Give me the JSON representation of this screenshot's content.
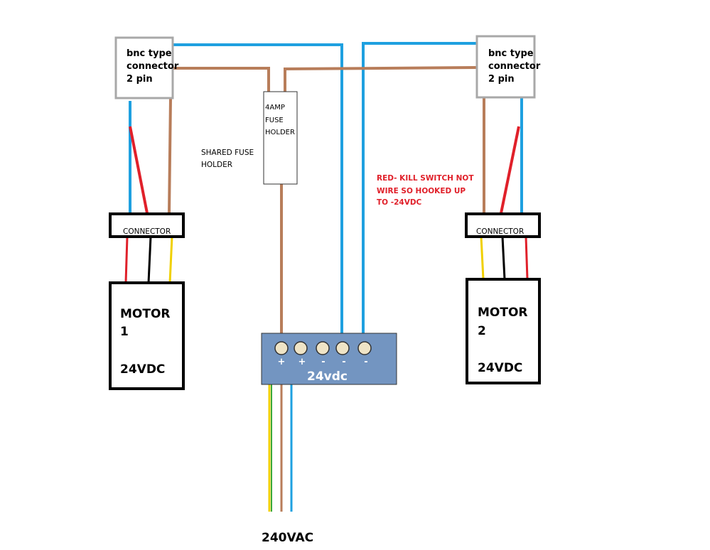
{
  "bnc_left": {
    "line1": "bnc type",
    "line2": "connector",
    "line3": "2 pin"
  },
  "bnc_right": {
    "line1": "bnc type",
    "line2": "connector",
    "line3": "2 pin"
  },
  "fuse_holder": {
    "line1": "4AMP",
    "line2": "FUSE",
    "line3": "HOLDER"
  },
  "shared_fuse": {
    "line1": "SHARED FUSE",
    "line2": "HOLDER"
  },
  "note": {
    "line1": "RED- KILL SWITCH NOT",
    "line2": "WIRE SO HOOKED UP",
    "line3": "TO -24VDC"
  },
  "connector_left": {
    "label": "CONNECTOR"
  },
  "connector_right": {
    "label": "CONNECTOR"
  },
  "motor1": {
    "line1": "MOTOR",
    "line2": "1",
    "line3": "24VDC"
  },
  "motor2": {
    "line1": "MOTOR",
    "line2": "2",
    "line3": "24VDC"
  },
  "psu": {
    "label": "24vdc",
    "terminals": [
      "+",
      "+",
      "-",
      "-",
      "-"
    ]
  },
  "mains": {
    "label": "240VAC"
  },
  "colors": {
    "blue": "#1ea0e0",
    "brown": "#b87d5a",
    "red": "#e0202a",
    "black": "#000000",
    "yellow": "#f0d000",
    "green": "#3aa83a",
    "psu_fill": "#7395c1",
    "note_red": "#e0202a"
  }
}
